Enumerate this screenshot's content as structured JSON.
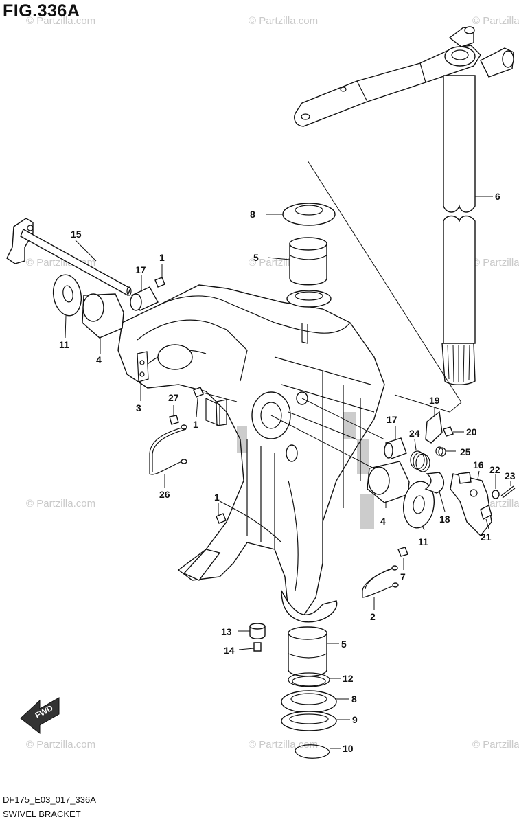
{
  "header": {
    "title": "FIG.336A"
  },
  "footer": {
    "code": "DF175_E03_017_336A",
    "name": "SWIVEL BRACKET"
  },
  "watermark": "© Partzilla.com",
  "fwd_label": "FWD",
  "callouts": [
    {
      "id": "15",
      "text": "15"
    },
    {
      "id": "17a",
      "text": "17"
    },
    {
      "id": "1a",
      "text": "1"
    },
    {
      "id": "11a",
      "text": "11"
    },
    {
      "id": "4a",
      "text": "4"
    },
    {
      "id": "3",
      "text": "3"
    },
    {
      "id": "27",
      "text": "27"
    },
    {
      "id": "1b",
      "text": "1"
    },
    {
      "id": "26",
      "text": "26"
    },
    {
      "id": "1c",
      "text": "1"
    },
    {
      "id": "8a",
      "text": "8"
    },
    {
      "id": "5a",
      "text": "5"
    },
    {
      "id": "6",
      "text": "6"
    },
    {
      "id": "19",
      "text": "19"
    },
    {
      "id": "20",
      "text": "20"
    },
    {
      "id": "17b",
      "text": "17"
    },
    {
      "id": "24",
      "text": "24"
    },
    {
      "id": "25",
      "text": "25"
    },
    {
      "id": "16",
      "text": "16"
    },
    {
      "id": "22",
      "text": "22"
    },
    {
      "id": "23",
      "text": "23"
    },
    {
      "id": "4b",
      "text": "4"
    },
    {
      "id": "11b",
      "text": "11"
    },
    {
      "id": "18",
      "text": "18"
    },
    {
      "id": "21",
      "text": "21"
    },
    {
      "id": "7",
      "text": "7"
    },
    {
      "id": "2",
      "text": "2"
    },
    {
      "id": "13",
      "text": "13"
    },
    {
      "id": "14",
      "text": "14"
    },
    {
      "id": "5b",
      "text": "5"
    },
    {
      "id": "12",
      "text": "12"
    },
    {
      "id": "8b",
      "text": "8"
    },
    {
      "id": "9",
      "text": "9"
    },
    {
      "id": "10",
      "text": "10"
    }
  ]
}
